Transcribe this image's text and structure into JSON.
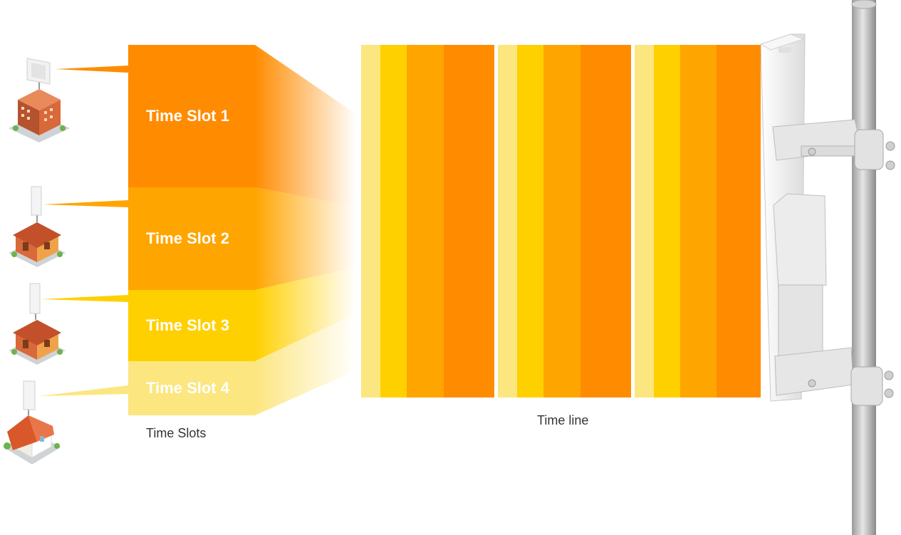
{
  "diagram": {
    "slots": [
      {
        "label": "Time Slot 1",
        "color": "#FF8C00"
      },
      {
        "label": "Time Slot 2",
        "color": "#FFA500"
      },
      {
        "label": "Time Slot 3",
        "color": "#FFD000"
      },
      {
        "label": "Time Slot 4",
        "color": "#FCE680"
      }
    ],
    "time_slots_caption": "Time Slots",
    "time_line_caption": "Time line"
  },
  "colors": {
    "pale_yellow": "#FCE680",
    "yellow": "#FFD000",
    "amber": "#FFA500",
    "orange": "#FF8C00"
  },
  "icons": [
    "office-building-icon",
    "house-icon",
    "house-icon",
    "cottage-icon",
    "base-station-antenna-icon"
  ]
}
